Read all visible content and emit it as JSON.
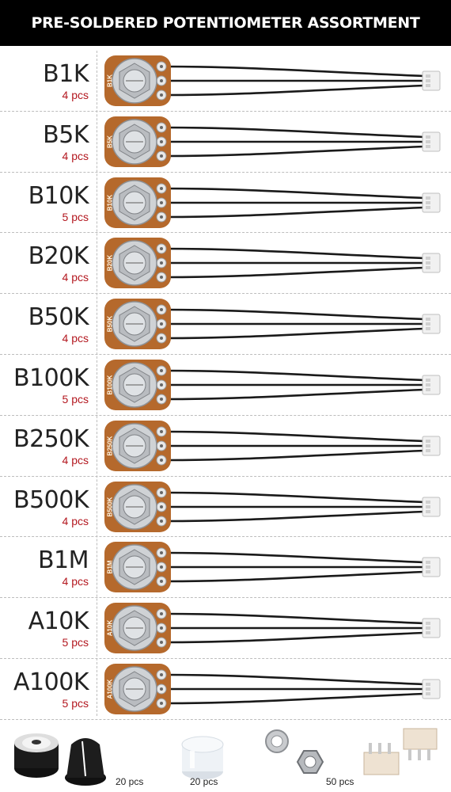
{
  "title": "PRE-SOLDERED POTENTIOMETER ASSORTMENT",
  "items": [
    {
      "name": "B1K",
      "qty": "4 pcs",
      "marking": "B1K"
    },
    {
      "name": "B5K",
      "qty": "4 pcs",
      "marking": "B5K"
    },
    {
      "name": "B10K",
      "qty": "5 pcs",
      "marking": "B10K"
    },
    {
      "name": "B20K",
      "qty": "4 pcs",
      "marking": "B20K"
    },
    {
      "name": "B50K",
      "qty": "4 pcs",
      "marking": "B50K"
    },
    {
      "name": "B100K",
      "qty": "5 pcs",
      "marking": "B100K"
    },
    {
      "name": "B250K",
      "qty": "4 pcs",
      "marking": "B250K"
    },
    {
      "name": "B500K",
      "qty": "4 pcs",
      "marking": "B500K"
    },
    {
      "name": "B1M",
      "qty": "4 pcs",
      "marking": "B1M"
    },
    {
      "name": "A10K",
      "qty": "5 pcs",
      "marking": "A10K"
    },
    {
      "name": "A100K",
      "qty": "5 pcs",
      "marking": "A100K"
    }
  ],
  "accessories": [
    {
      "item": "knobs",
      "qty": "20 pcs"
    },
    {
      "item": "caps",
      "qty": "20 pcs"
    },
    {
      "item": "nuts-washers",
      "qty": ""
    },
    {
      "item": "connectors",
      "qty": "50 pcs"
    }
  ],
  "colors": {
    "accent": "#b3171f",
    "pcb": "#b5692c",
    "wire": "#1a1a1a"
  }
}
